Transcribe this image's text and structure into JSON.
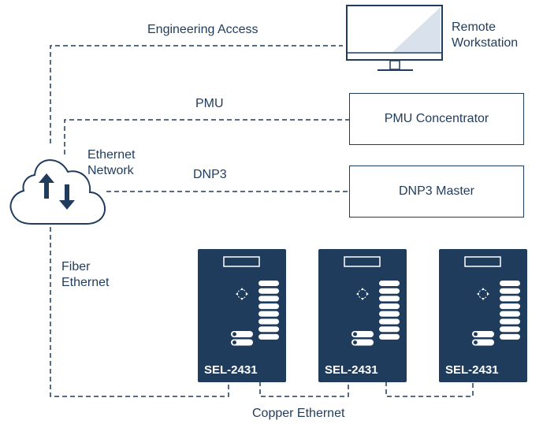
{
  "labels": {
    "engineering_access": "Engineering Access",
    "remote_workstation_line1": "Remote",
    "remote_workstation_line2": "Workstation",
    "pmu": "PMU",
    "ethernet_network_line1": "Ethernet",
    "ethernet_network_line2": "Network",
    "dnp3": "DNP3",
    "fiber_ethernet_line1": "Fiber",
    "fiber_ethernet_line2": "Ethernet",
    "copper_ethernet": "Copper Ethernet"
  },
  "boxes": {
    "pmu_concentrator": "PMU Concentrator",
    "dnp3_master": "DNP3 Master"
  },
  "relays": [
    {
      "name": "SEL-2431"
    },
    {
      "name": "SEL-2431"
    },
    {
      "name": "SEL-2431"
    }
  ],
  "icons": {
    "cloud": "cloud-arrows-icon",
    "workstation": "monitor-icon"
  },
  "colors": {
    "primary": "#1f3c5c",
    "screen_shade": "#d9e1ec"
  }
}
